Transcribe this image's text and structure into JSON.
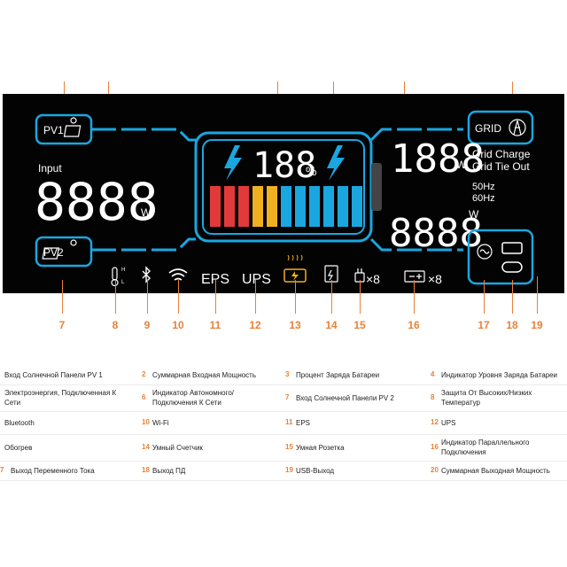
{
  "display": {
    "pv1_label": "PV1",
    "pv2_label": "PV2",
    "grid_label": "GRID",
    "input_label": "Input",
    "input_digits": "8888",
    "input_unit": "W",
    "battery_percent": "188",
    "percent_sign": "%",
    "output_top_digits": "1888",
    "output_top_unit": "W",
    "grid_charge": "Grid Charge",
    "grid_tie_out": "Grid Tie Out",
    "hz50": "50Hz",
    "hz60": "60Hz",
    "output_bottom_digits": "8888",
    "output_bottom_unit": "W",
    "eps": "EPS",
    "ups": "UPS",
    "temp_high": "H",
    "temp_low": "L",
    "socket_count": "×8",
    "parallel_count": "×8",
    "battery_bar_colors": [
      "#e23a3a",
      "#e23a3a",
      "#e23a3a",
      "#f0b020",
      "#f0b020",
      "#1aa7e0",
      "#1aa7e0",
      "#1aa7e0",
      "#1aa7e0",
      "#1aa7e0",
      "#1aa7e0"
    ],
    "accent_cyan": "#1aa7e0",
    "accent_orange": "#e8813a"
  },
  "callouts": [
    "7",
    "8",
    "9",
    "10",
    "11",
    "12",
    "13",
    "14",
    "15",
    "16",
    "17",
    "18",
    "19"
  ],
  "legend": [
    {
      "n": "",
      "t": "Вход Солнечной Панели PV 1"
    },
    {
      "n": "2",
      "t": "Суммарная Входная Мощность"
    },
    {
      "n": "3",
      "t": "Процент Заряда Батареи"
    },
    {
      "n": "4",
      "t": "Индикатор Уровня Заряда Батареи"
    },
    {
      "n": "",
      "t": "Электроэнергия, Подключенная К Сети"
    },
    {
      "n": "6",
      "t": "Индикатор Автономного/Подключения К Сети"
    },
    {
      "n": "7",
      "t": "Вход Солнечной Панели PV 2"
    },
    {
      "n": "8",
      "t": "Защита От Высоких/Низких Температур"
    },
    {
      "n": "",
      "t": "Bluetooth"
    },
    {
      "n": "10",
      "t": "Wi-Fi"
    },
    {
      "n": "11",
      "t": "EPS"
    },
    {
      "n": "12",
      "t": "UPS"
    },
    {
      "n": "",
      "t": "Обогрев"
    },
    {
      "n": "14",
      "t": "Умный Счетчик"
    },
    {
      "n": "15",
      "t": "Умная Розетка"
    },
    {
      "n": "16",
      "t": "Индикатор Параллельного Подключения"
    },
    {
      "n": "7",
      "t": "Выход Переменного Тока"
    },
    {
      "n": "18",
      "t": "Выход ПД"
    },
    {
      "n": "19",
      "t": "USB-Выход"
    },
    {
      "n": "20",
      "t": "Суммарная Выходная Мощность"
    }
  ]
}
